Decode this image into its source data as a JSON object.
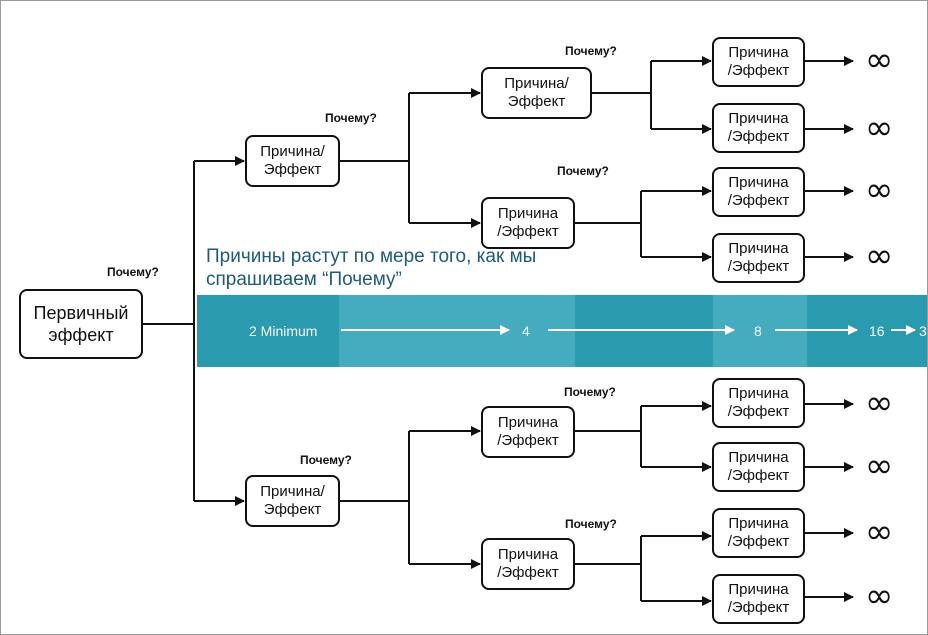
{
  "root": {
    "label": "Первичный\nэффект"
  },
  "node_label": "Причина/\nЭффект",
  "node_label_alt": "Причина\n/Эффект",
  "why_label": "Почему?",
  "infinity": "∞",
  "growth": {
    "caption": "Причины растут по мере того, как мы\nспрашиваем “Почему”",
    "values": [
      "2 Minimum",
      "4",
      "8",
      "16",
      "3"
    ]
  },
  "colors": {
    "band": "#2a9aae",
    "band_light": "#45acc0",
    "caption": "#1e5a7e",
    "lines": "#111111"
  }
}
